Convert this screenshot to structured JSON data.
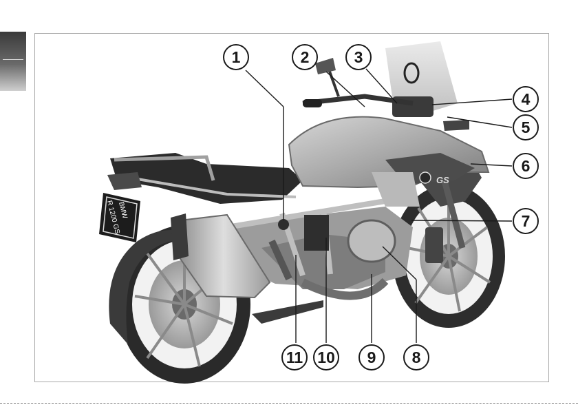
{
  "callouts": [
    "1",
    "2",
    "3",
    "4",
    "5",
    "6",
    "7",
    "8",
    "9",
    "10",
    "11"
  ],
  "plate": {
    "line1": "BMW",
    "line2": "R 1200 GS"
  },
  "badge": {
    "text": "GS"
  },
  "colors": {
    "ink": "#1a1a1a",
    "frame": "#a8a8a8",
    "tab": "#4a4a4a"
  }
}
